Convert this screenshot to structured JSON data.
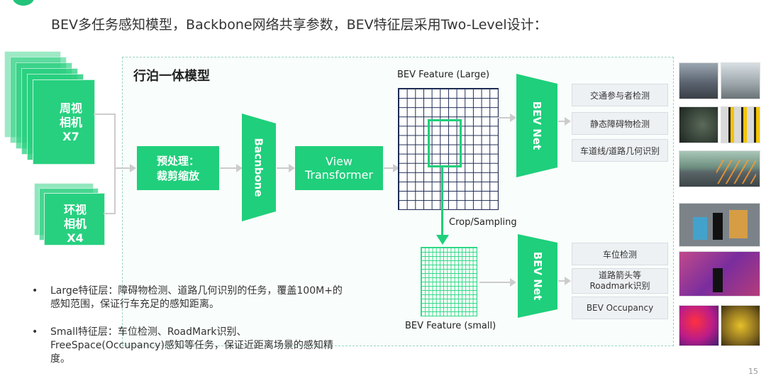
{
  "title": "BEV多任务感知模型，Backbone网络共享参数，BEV特征层采用Two-Level设计：",
  "panel_title": "行泊一体模型",
  "cameras": {
    "surround": {
      "line1": "周视",
      "line2": "相机",
      "line3": "X7"
    },
    "around": {
      "line1": "环视",
      "line2": "相机",
      "line3": "X4"
    }
  },
  "preprocess": {
    "line1": "预处理：",
    "line2": "裁剪缩放"
  },
  "backbone_label": "Bacnbone",
  "view_transformer": {
    "line1": "View",
    "line2": "Transformer"
  },
  "bev_large_label": "BEV Feature (Large)",
  "bev_small_label": "BEV Feature (small)",
  "crop_label": "Crop/Sampling",
  "bev_net_label": "BEV Net",
  "tasks_large": [
    "交通参与者检测",
    "静态障碍物检测",
    "车道线/道路几何识别"
  ],
  "tasks_small": [
    "车位检测",
    "道路箭头等\nRoadmark识别",
    "BEV Occupancy"
  ],
  "bullets": [
    "Large特征层：障碍物检测、道路几何识别的任务，覆盖100M+的感知范围，保证行车充足的感知距离。",
    "Small特征层：车位检测、RoadMark识别、FreeSpace(Occupancy)感知等任务，保证近距离场景的感知精度。"
  ],
  "bullet_marker": "•",
  "page_number": "15",
  "colors": {
    "accent": "#1fcf7b",
    "task_bg": "#eef1f4"
  }
}
